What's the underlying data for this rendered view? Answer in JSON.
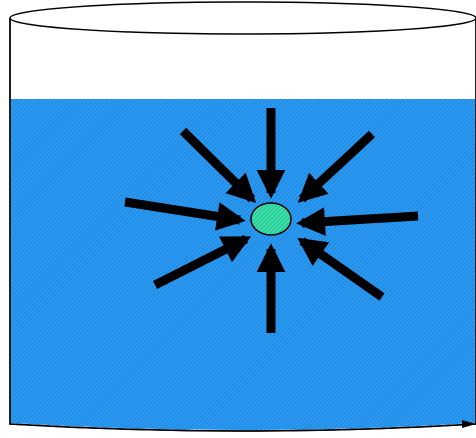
{
  "diagram": {
    "colors": {
      "background": "#ffffff",
      "outline": "#000000",
      "water": "#1f8fea",
      "water_hatch": "#4aaaf5",
      "particle": "#27d19a",
      "particle_hatch": "#7fe8c4",
      "arrow": "#000000"
    },
    "elements": {
      "container": "cylinder-container",
      "liquid": "water",
      "particle": "particle",
      "arrows": "inward-pressure-arrows"
    }
  }
}
